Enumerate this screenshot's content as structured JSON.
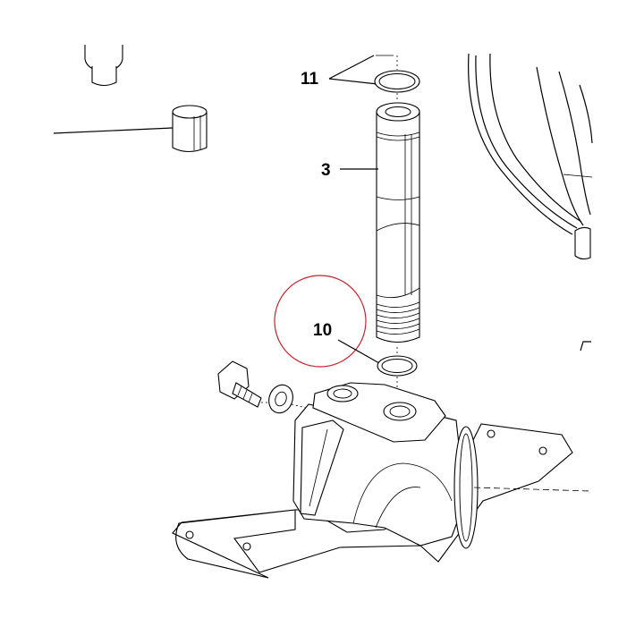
{
  "callouts": {
    "ring_top": "11",
    "pin": "3",
    "ring_bottom": "10"
  },
  "highlight": {
    "target": "10",
    "color": "#c8232c"
  }
}
